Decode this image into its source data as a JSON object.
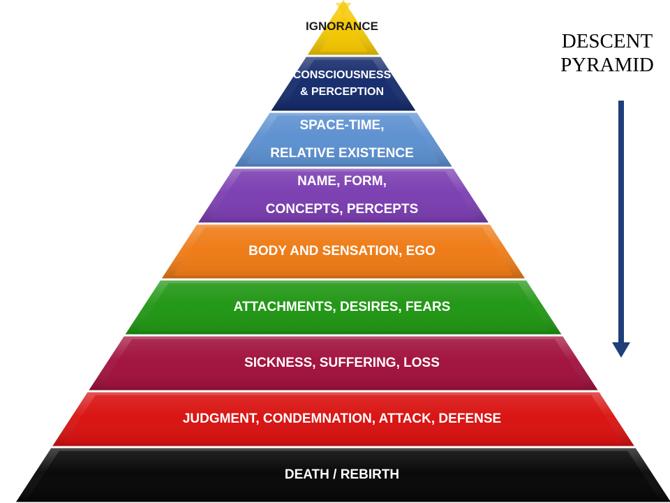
{
  "title": {
    "line1": "DESCENT",
    "line2": "PYRAMID"
  },
  "tiers": [
    {
      "lines": [
        "IGNORANCE"
      ],
      "color": "#f5c800",
      "text_color": "#1a1a1a"
    },
    {
      "lines": [
        "CONSCIOUSNESS",
        "& PERCEPTION"
      ],
      "color": "#142a6b",
      "text_color": "#ffffff"
    },
    {
      "lines": [
        "SPACE-TIME,",
        "RELATIVE EXISTENCE"
      ],
      "color": "#5b8fd0",
      "text_color": "#ffffff"
    },
    {
      "lines": [
        "NAME, FORM,",
        "CONCEPTS, PERCEPTS"
      ],
      "color": "#7a3db0",
      "text_color": "#ffffff"
    },
    {
      "lines": [
        "BODY  AND  SENSATION, EGO"
      ],
      "color": "#ee7a14",
      "text_color": "#ffffff"
    },
    {
      "lines": [
        "ATTACHMENTS, DESIRES, FEARS"
      ],
      "color": "#1f9612",
      "text_color": "#ffffff"
    },
    {
      "lines": [
        "SICKNESS, SUFFERING, LOSS"
      ],
      "color": "#a0103c",
      "text_color": "#ffffff"
    },
    {
      "lines": [
        "JUDGMENT, CONDEMNATION, ATTACK, DEFENSE"
      ],
      "color": "#d8110f",
      "text_color": "#ffffff"
    },
    {
      "lines": [
        "DEATH / REBIRTH"
      ],
      "color": "#050505",
      "text_color": "#ffffff"
    }
  ],
  "arrow": {
    "direction": "down",
    "color": "#1f3f7a"
  }
}
